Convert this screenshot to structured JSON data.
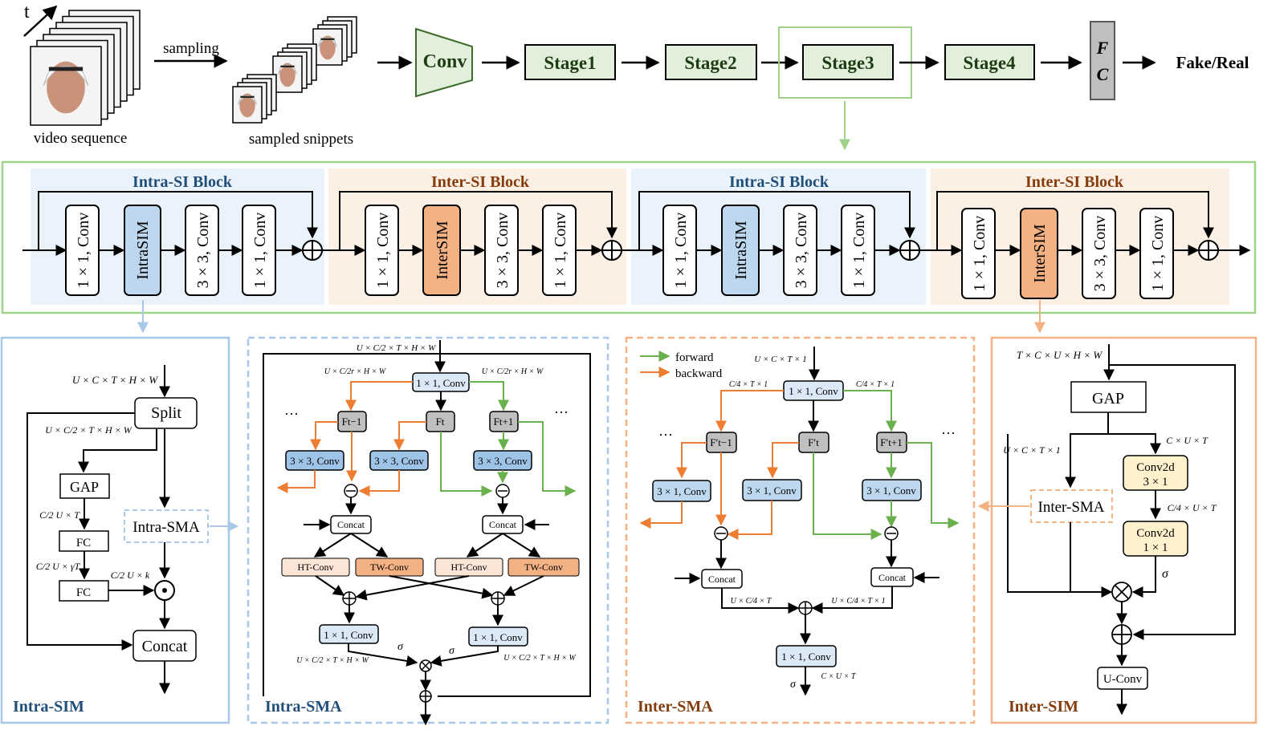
{
  "pipeline": {
    "time_label": "t",
    "video_label": "video sequence",
    "sampling_label": "sampling",
    "snippets_label": "sampled snippets",
    "conv_label": "Conv",
    "stages": [
      "Stage1",
      "Stage2",
      "Stage3",
      "Stage4"
    ],
    "fc_top": "F",
    "fc_bottom": "C",
    "output_label": "Fake/Real"
  },
  "blocks": [
    {
      "title": "Intra-SI Block",
      "layers": [
        "1 × 1, Conv",
        "IntraSIM",
        "3 × 3, Conv",
        "1 × 1, Conv"
      ]
    },
    {
      "title": "Inter-SI Block",
      "layers": [
        "1 × 1, Conv",
        "InterSIM",
        "3 × 3, Conv",
        "1 × 1, Conv"
      ]
    },
    {
      "title": "Intra-SI Block",
      "layers": [
        "1 × 1, Conv",
        "IntraSIM",
        "3 × 3, Conv",
        "1 × 1, Conv"
      ]
    },
    {
      "title": "Inter-SI Block",
      "layers": [
        "1 × 1, Conv",
        "InterSIM",
        "3 × 3, Conv",
        "1 × 1, Conv"
      ]
    }
  ],
  "intra_sim": {
    "title": "Intra-SIM",
    "input_dim": "U × C × T × H × W",
    "split": "Split",
    "split_dim": "U × C/2 × T × H × W",
    "gap": "GAP",
    "gap_dim": "C/2 U × T",
    "fc1": "FC",
    "fc1_dim": "C/2 U × γT",
    "fc2": "FC",
    "fc2_dim": "C/2 U × k",
    "sma": "Intra-SMA",
    "dot": "⊙",
    "concat": "Concat"
  },
  "intra_sma": {
    "title": "Intra-SMA",
    "input_dim": "U × C/2 × T × H × W",
    "left_dim": "U × C/2r × H × W",
    "right_dim": "U × C/2r × H × W",
    "conv_top": "1 × 1, Conv",
    "f_prev": "Ft−1",
    "f_cur": "Ft",
    "f_next": "Ft+1",
    "conv3": "3 × 3, Conv",
    "concat": "Concat",
    "ht": "HT-Conv",
    "tw": "TW-Conv",
    "conv_bottom": "1 × 1, Conv",
    "sigma": "σ",
    "out_dim": "U × C/2 × T × H × W",
    "ellipsis": "···"
  },
  "inter_sma": {
    "title": "Inter-SMA",
    "legend_forward": "forward",
    "legend_backward": "backward",
    "input_dim": "U × C × T × 1",
    "left_dim": "C/4 × T × 1",
    "right_dim": "C/4 × T × 1",
    "conv_top": "1 × 1, Conv",
    "f_prev": "F′t−1",
    "f_cur": "F′t",
    "f_next": "F′t+1",
    "conv31": "3 × 1, Conv",
    "concat": "Concat",
    "mid_left_dim": "U × C/4 × T",
    "mid_right_dim": "U × C/4 × T × 1",
    "conv_bottom": "1 × 1, Conv",
    "sigma": "σ",
    "out_dim": "C × U × T",
    "ellipsis": "···"
  },
  "inter_sim": {
    "title": "Inter-SIM",
    "input_dim": "T × C × U × H × W",
    "gap": "GAP",
    "left_dim": "U × C × T × 1",
    "right_dim": "C × U × T",
    "conv2d_a1": "Conv2d",
    "conv2d_a2": "3 × 1",
    "mid_dim": "C/4 × U × T",
    "conv2d_b1": "Conv2d",
    "conv2d_b2": "1 × 1",
    "sma": "Inter-SMA",
    "sigma": "σ",
    "uconv": "U-Conv"
  },
  "colors": {
    "green_fill": "#e2efda",
    "green_stroke": "#3d6b2c",
    "green_arrow": "#6ab04c",
    "blue_bg": "#eaf3fb",
    "blue_title": "#1f4e79",
    "orange_bg": "#fcefe4",
    "orange_title": "#843c0c",
    "intra_fill": "#bdd7ee",
    "inter_fill": "#f4b183",
    "orange_arrow": "#ed7d31",
    "gray_fill": "#bfbfbf",
    "yellow_fill": "#fff2cc",
    "peach_fill": "#fbe5d6"
  }
}
